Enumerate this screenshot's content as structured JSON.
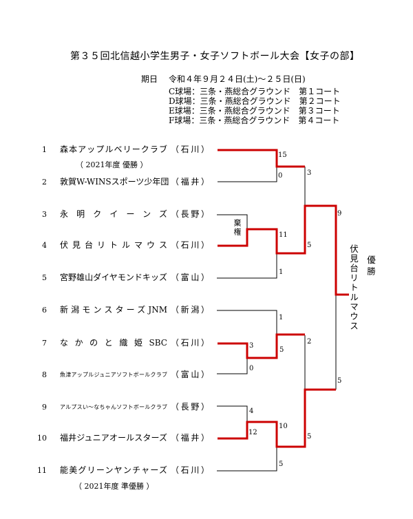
{
  "title": "第３５回北信越小学生男子・女子ソフトボール大会【女子の部】",
  "schedule": {
    "label": "期日",
    "date": "令和４年９月２４日(土)～２５日(日)",
    "venues": [
      "C球場：三条・燕総合グラウンド　第１コート",
      "D球場：三条・燕総合グラウンド　第２コート",
      "E球場：三条・燕総合グラウンド　第３コート",
      "F球場：三条・燕総合グラウンド　第４コート"
    ]
  },
  "teams": [
    {
      "no": "1",
      "name": "森本アップルベリークラブ",
      "pref": "（石川）",
      "note": "（ 2021年度 優勝 ）"
    },
    {
      "no": "2",
      "name": "敦賀W-WINSスポーツ少年団",
      "pref": "（福井）"
    },
    {
      "no": "3",
      "name": "永明クイーンズ",
      "pref": "（長野）"
    },
    {
      "no": "4",
      "name": "伏見台リトルマウス",
      "pref": "（石川）"
    },
    {
      "no": "5",
      "name": "宮野雄山ダイヤモンドキッズ",
      "pref": "（富山）"
    },
    {
      "no": "6",
      "name": "新潟モンスターズJNM",
      "pref": "（新潟）"
    },
    {
      "no": "7",
      "name": "なかのと織姫SBC",
      "pref": "（石川）"
    },
    {
      "no": "8",
      "name": "魚津アップルジュニアソフトボールクラブ",
      "pref": "（富山）"
    },
    {
      "no": "9",
      "name": "アルプスい～なちゃんソフトボールクラブ",
      "pref": "（長野）"
    },
    {
      "no": "10",
      "name": "福井ジュニアオールスターズ",
      "pref": "（福井）"
    },
    {
      "no": "11",
      "name": "能美グリーンヤンチャーズ",
      "pref": "（石川）",
      "note": "（ 2021年度 準優勝 ）"
    }
  ],
  "forfeit_label": "棄権",
  "champion": {
    "team": "伏見台リトルマウス",
    "label": "優勝"
  },
  "scores": {
    "r1_morimoto": "15",
    "r1_tsuruga": "0",
    "sf1_morimoto": "3",
    "qf_fushimidai": "11",
    "qf_miyano": "1",
    "sf1_fushimidai": "5",
    "final_fushimidai": "9",
    "qf_niigata": "1",
    "r1_nakanoto": "3",
    "r1_uozu": "0",
    "qf_nakanoto": "5",
    "sf2_nakanoto": "2",
    "r1_alps": "4",
    "r1_fukui": "12",
    "qf_fukui": "10",
    "qf_nomi": "5",
    "sf2_fukui": "5",
    "final_fukui": "5"
  },
  "colors": {
    "winner_path": "#cc0000",
    "line": "#000000"
  }
}
